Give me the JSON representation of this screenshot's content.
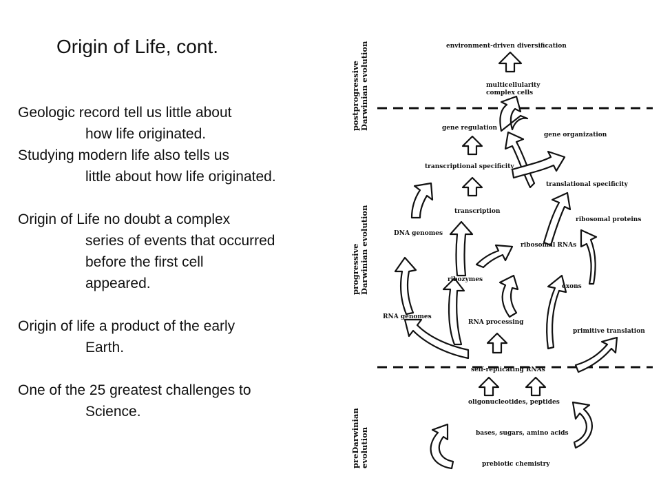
{
  "slide": {
    "title": "Origin of Life, cont.",
    "bullets": [
      {
        "first": "Geologic record tell us little about",
        "cont": [
          "how life originated."
        ]
      },
      {
        "first": "Studying modern life also tells us",
        "cont": [
          "little about how life originated."
        ]
      },
      {
        "first": "Origin of Life no doubt a complex",
        "cont": [
          "series of events that occurred",
          "before the first cell",
          "appeared."
        ]
      },
      {
        "first": "Origin of life a product of the early",
        "cont": [
          "Earth."
        ]
      },
      {
        "first": "One of the 25 greatest challenges to",
        "cont": [
          "Science."
        ]
      }
    ]
  },
  "diagram": {
    "side_labels": {
      "post_line1": "postprogressive",
      "post_line2": "Darwinian evolution",
      "prog_line1": "progressive",
      "prog_line2": "Darwinian evolution",
      "pre_line1": "preDarwinian",
      "pre_line2": "evolution"
    },
    "labels": {
      "env": "environment-driven diversification",
      "multi1": "multicellularity",
      "multi2": "complex cells",
      "gene_reg": "gene regulation",
      "gene_org": "gene organization",
      "trans_spec": "transcriptional specificity",
      "transl_spec": "translational specificity",
      "transcription": "transcription",
      "dna": "DNA genomes",
      "ribo_prot": "ribosomal proteins",
      "ribo_rna": "ribosomal RNAs",
      "ribozymes": "ribozymes",
      "exons": "exons",
      "rna_gen": "RNA genomes",
      "rna_proc": "RNA processing",
      "prim_transl": "primitive translation",
      "self_rep": "self-replicating RNAs",
      "oligo": "oligonucleotides, peptides",
      "bases": "bases, sugars, amino acids",
      "prebiotic": "prebiotic chemistry"
    }
  }
}
